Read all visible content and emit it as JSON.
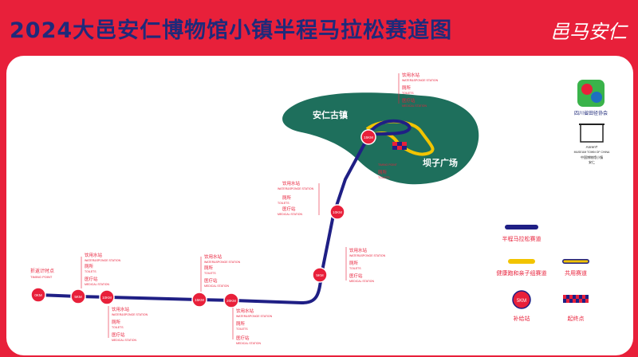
{
  "title": "2024大邑安仁博物馆小镇半程马拉松赛道图",
  "brand_text": "邑马安仁",
  "logos": {
    "association_text": "四川省田径协会",
    "museum_town_line1": "AnrenT",
    "museum_town_line2": "MUSEUM TOWN OF CHINA",
    "museum_town_line3": "中国博物馆小镇",
    "museum_town_line4": "安仁"
  },
  "map": {
    "old_town_label": "安仁古镇",
    "square_label": "坝子广场",
    "start_finish_label": "折返计时点",
    "start_finish_sub": "TIMING POINT",
    "finish_square_sub": "TIMING POINT"
  },
  "markers": {
    "m1": "0KM",
    "m2": "5KM",
    "m3": "10KM",
    "m4": "15KM",
    "m5": "20KM",
    "m6": "5KM",
    "m7": "10KM",
    "m8": "15KM"
  },
  "stations": {
    "water_cn": "饮用水站",
    "water_en": "WATER&SPONGE STATION",
    "toilet_cn": "厕所",
    "toilet_en": "TOILETS",
    "medical_cn": "医疗站",
    "medical_en": "MEDICAL STATION"
  },
  "legend": {
    "half_marathon": "半程马拉松赛道",
    "fun_run": "健康跑和亲子组赛道",
    "shared": "共用赛道",
    "supply_icon_text": "5KM",
    "supply": "补给站",
    "start_end": "起终点"
  },
  "colors": {
    "background": "#e8203a",
    "title": "#1f2a7a",
    "route_main": "#1f1f85",
    "route_fun": "#f2c400",
    "town_area": "#1e6f5c",
    "marker": "#e8203a"
  }
}
